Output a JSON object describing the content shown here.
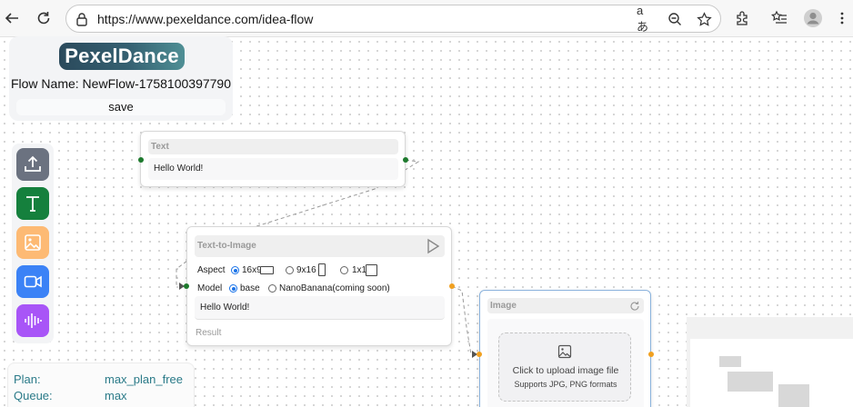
{
  "browser": {
    "url": "https://www.pexeldance.com/idea-flow",
    "read_aloud_label": "aあ"
  },
  "brand": {
    "logo_text": "PexelDance",
    "flow_name": "Flow Name: NewFlow-1758100397790",
    "save_label": "save"
  },
  "toolbox": {
    "tools": [
      {
        "name": "upload-tool",
        "icon": "upload-icon",
        "color": "#6b7280"
      },
      {
        "name": "text-tool",
        "icon": "T",
        "color": "#15803d"
      },
      {
        "name": "image-tool",
        "icon": "image-icon",
        "color": "#fdba74"
      },
      {
        "name": "video-tool",
        "icon": "video-icon",
        "color": "#3b82f6"
      },
      {
        "name": "audio-tool",
        "icon": "audio-wave-icon",
        "color": "#a855f7"
      }
    ]
  },
  "text_node": {
    "title": "Text",
    "content": "Hello World!"
  },
  "t2i_node": {
    "title": "Text-to-Image",
    "aspect_label": "Aspect",
    "aspect_options": [
      "16x9",
      "9x16",
      "1x1"
    ],
    "aspect_selected": "16x9",
    "model_label": "Model",
    "model_options": [
      "base",
      "NanoBanana(coming soon)"
    ],
    "model_selected": "base",
    "prompt": "Hello World!",
    "result_label": "Result"
  },
  "image_node": {
    "title": "Image",
    "upload_text": "Click to upload image file",
    "upload_hint": "Supports JPG, PNG formats"
  },
  "plan": {
    "plan_label": "Plan:",
    "plan_value": "max_plan_free",
    "queue_label": "Queue:",
    "queue_value": "max"
  },
  "colors": {
    "port_connected": "#1e7a2e",
    "port_output": "#f0a020",
    "accent_blue": "#1a73e8",
    "logo_gradient_start": "#2b4a5c",
    "logo_gradient_end": "#4f8f95"
  }
}
